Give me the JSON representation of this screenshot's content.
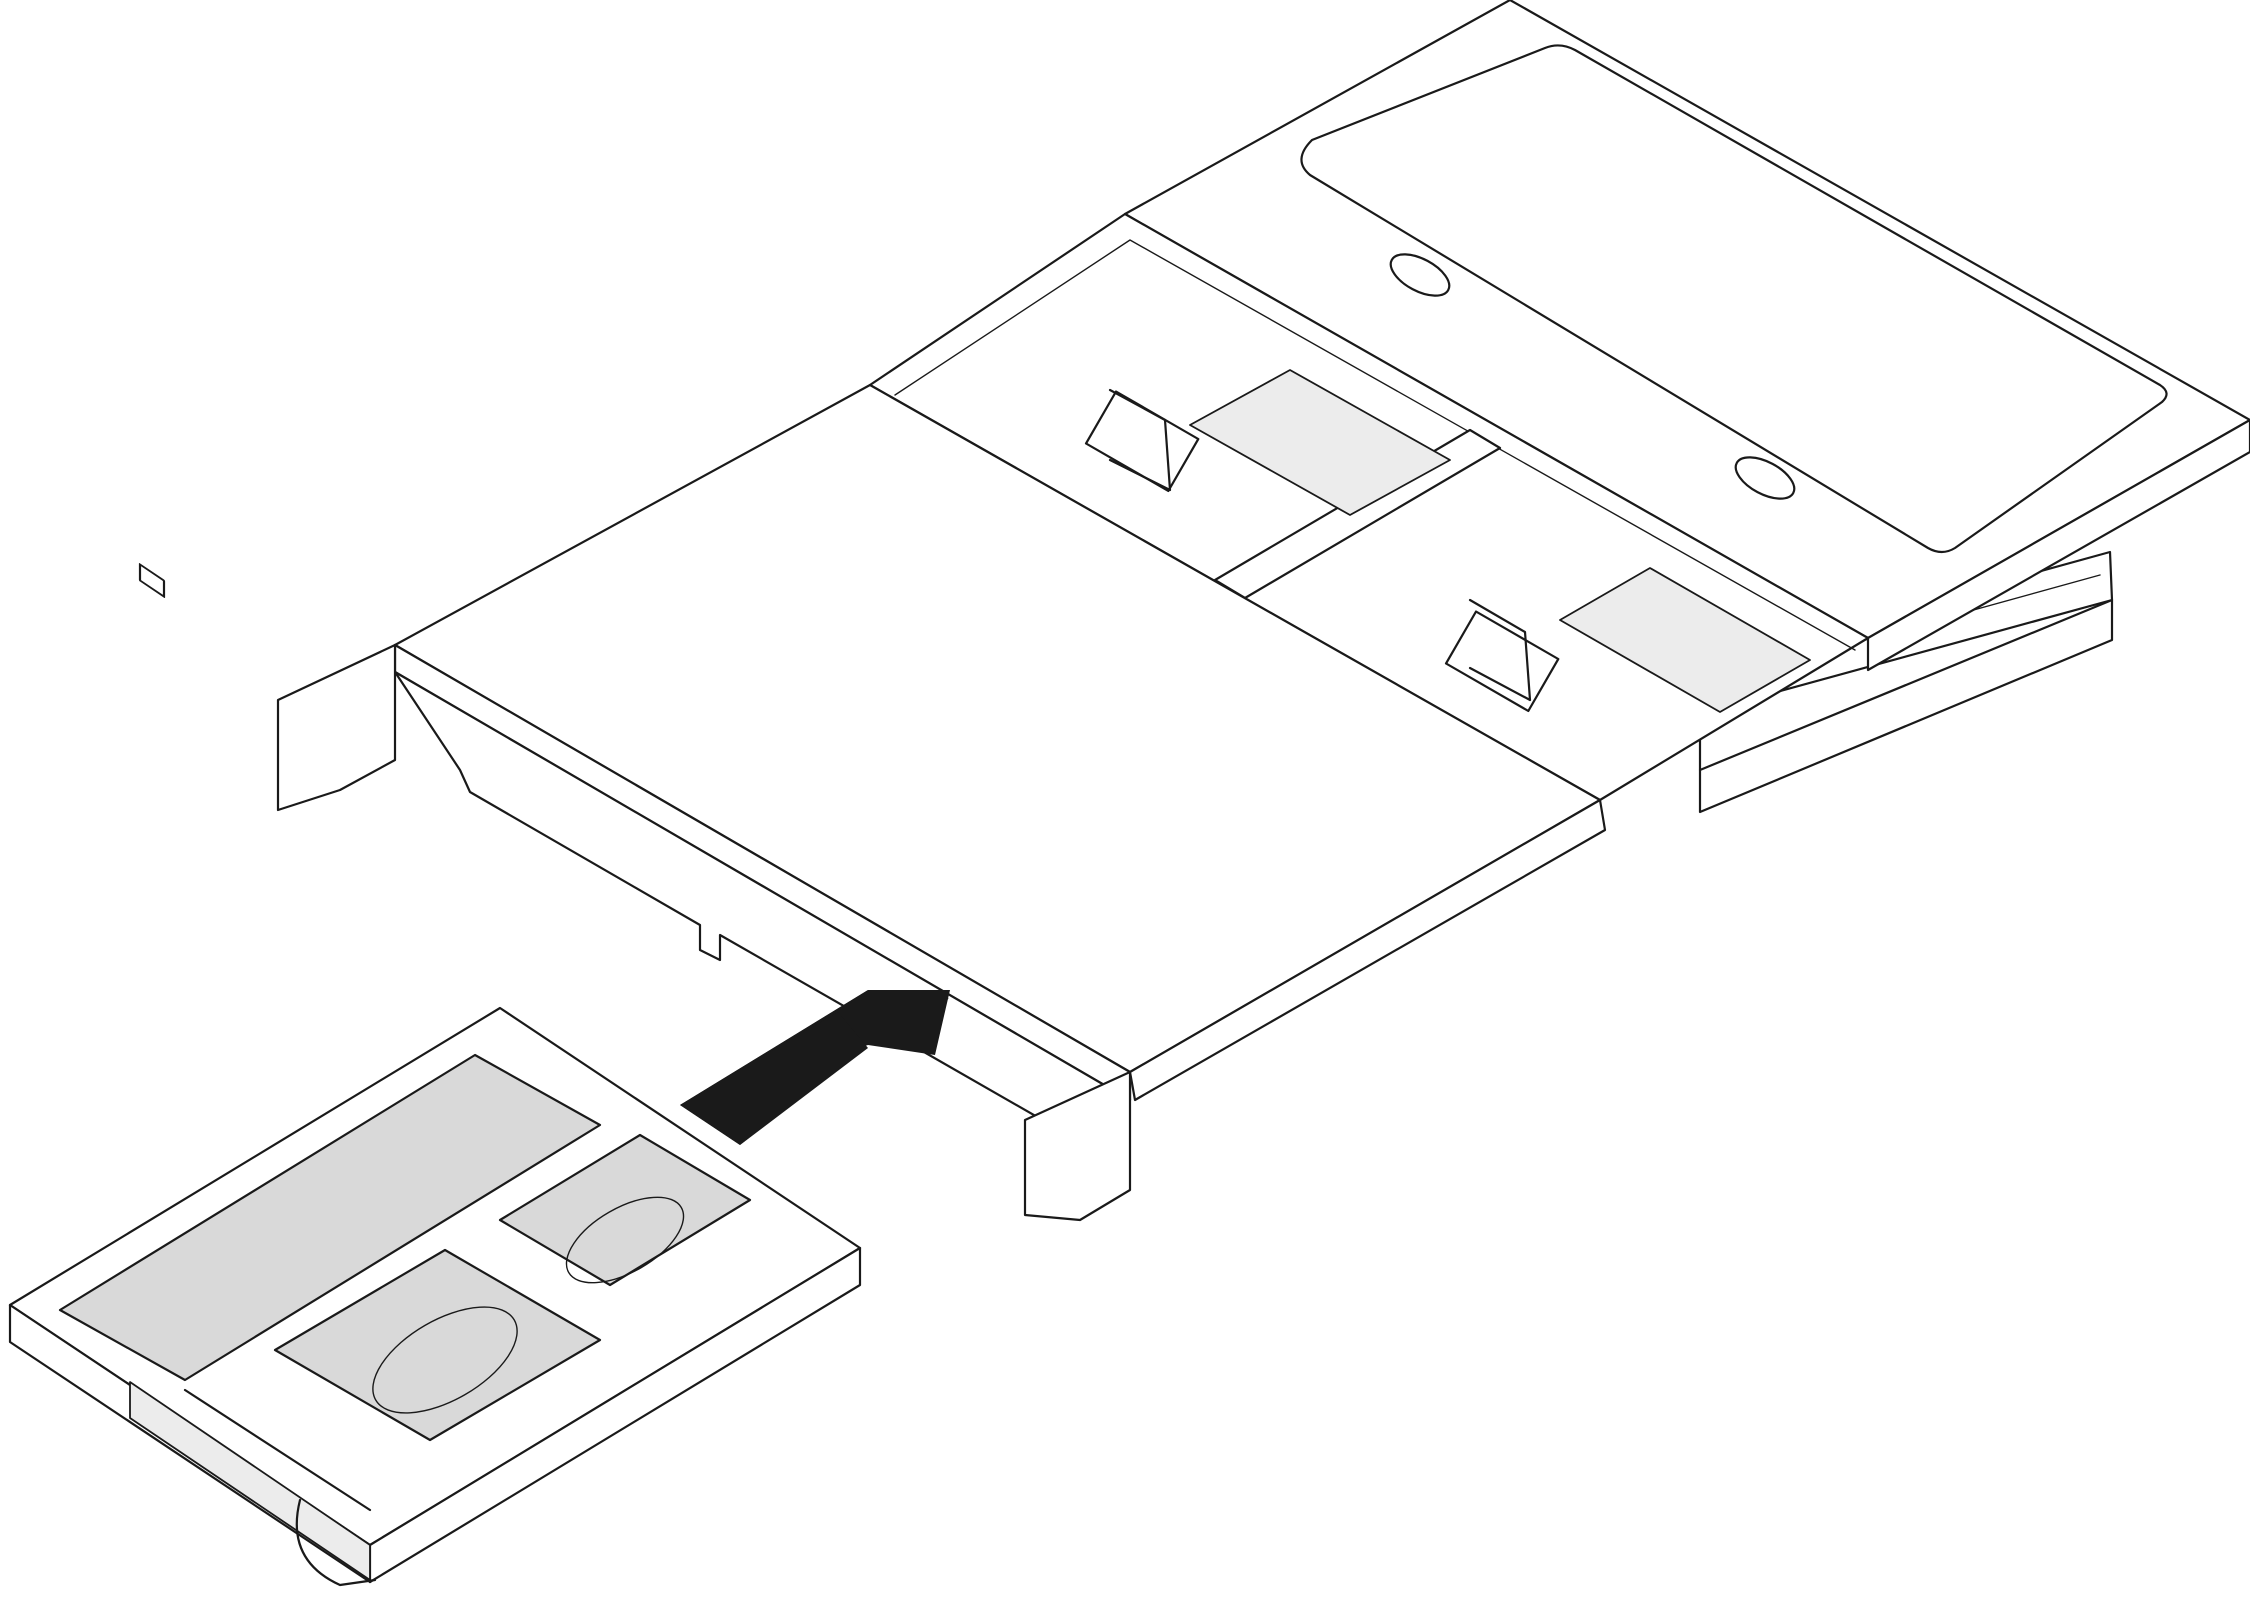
{
  "figure": {
    "kind": "installation-illustration",
    "step": "slide-module-into-chassis",
    "arrow_direction": "toward-chassis-front",
    "colors": {
      "line": "#1a1a1a",
      "background": "#ffffff",
      "module_panel": "#d9d9d9",
      "arrow": "#1a1a1a"
    },
    "icons": [
      "chassis-illustration",
      "module-illustration",
      "insertion-arrow-icon"
    ]
  }
}
